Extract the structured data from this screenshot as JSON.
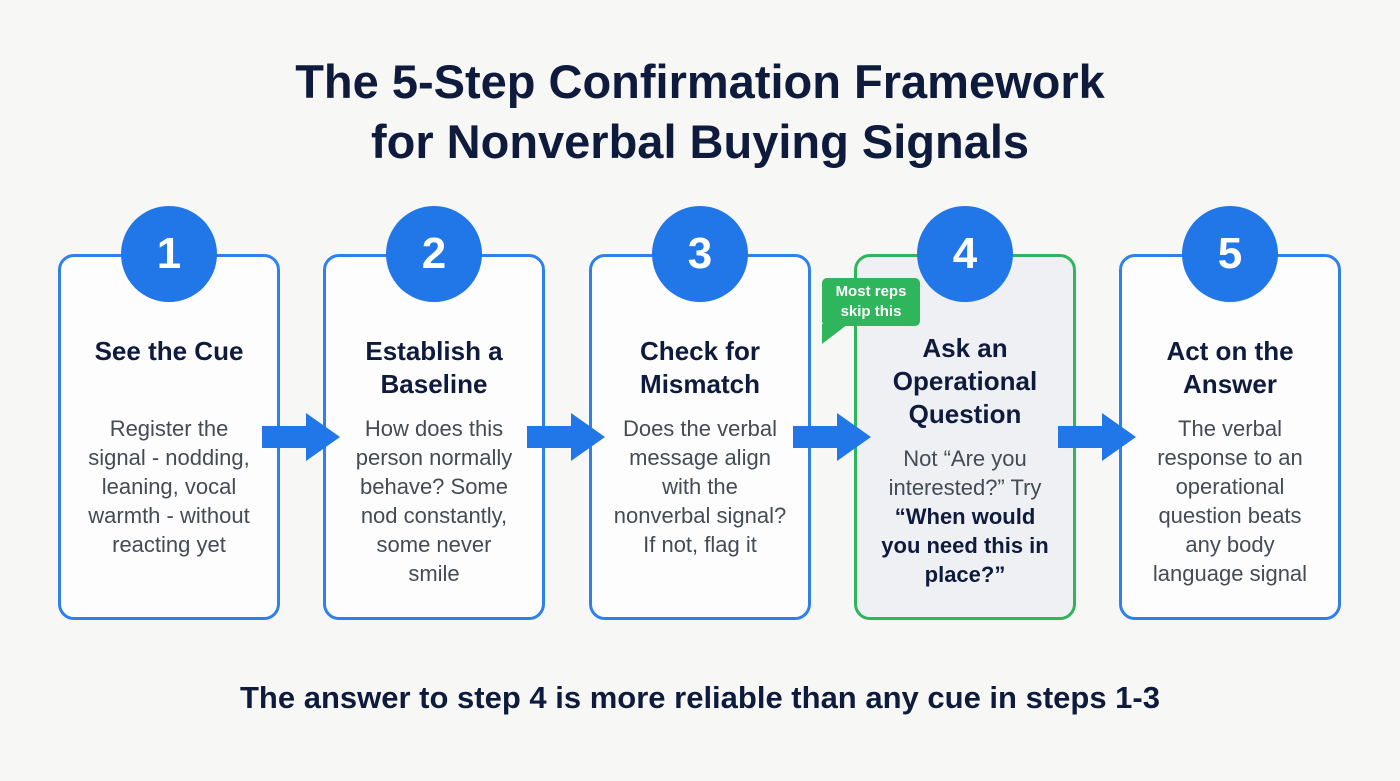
{
  "title": {
    "line1": "The 5-Step Confirmation Framework",
    "line2": "for Nonverbal Buying Signals"
  },
  "steps": [
    {
      "number": "1",
      "title": [
        "See the Cue"
      ],
      "body": [
        "Register the",
        "signal - nodding,",
        "leaning, vocal",
        "warmth - without",
        "reacting yet"
      ]
    },
    {
      "number": "2",
      "title": [
        "Establish a",
        "Baseline"
      ],
      "body": [
        "How does this",
        "person normally",
        "behave? Some",
        "nod constantly,",
        "some never",
        "smile"
      ]
    },
    {
      "number": "3",
      "title": [
        "Check for",
        "Mismatch"
      ],
      "body": [
        "Does the verbal",
        "message align",
        "with the",
        "nonverbal signal?",
        "If not, flag it"
      ]
    },
    {
      "number": "4",
      "title": [
        "Ask an",
        "Operational",
        "Question"
      ],
      "body": [
        "Not “Are you",
        "interested?” Try"
      ],
      "body_emphasis": [
        "“When would",
        "you need this in",
        "place?”"
      ],
      "tag": [
        "Most reps",
        "skip this"
      ]
    },
    {
      "number": "5",
      "title": [
        "Act on the",
        "Answer"
      ],
      "body": [
        "The verbal",
        "response to an",
        "operational",
        "question beats",
        "any body",
        "language signal"
      ]
    }
  ],
  "footer": "The answer to step 4 is more reliable than any cue in steps 1-3",
  "colors": {
    "accent_blue": "#2176e8",
    "card_border_blue": "#2f80ed",
    "highlight_green": "#2fb55b",
    "text_dark": "#0f1b3d",
    "text_body": "#444b55"
  },
  "icons": [
    "right-arrow-icon"
  ]
}
